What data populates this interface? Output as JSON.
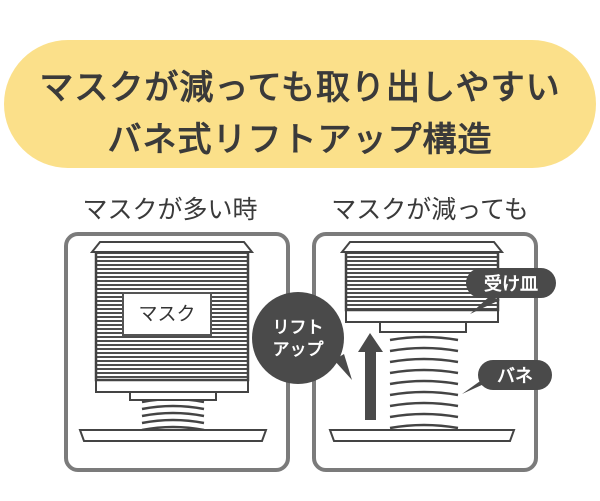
{
  "banner": {
    "line1": "マスクが減っても取り出しやすい",
    "line2": "バネ式リフトアップ構造"
  },
  "left_panel": {
    "caption": "マスクが多い時",
    "mask_label": "マスク"
  },
  "right_panel": {
    "caption": "マスクが減っても",
    "lift_up_line1": "リフト",
    "lift_up_line2": "アップ",
    "tray_label": "受け皿",
    "spring_label": "バネ"
  },
  "colors": {
    "banner": "#fbe08a",
    "tag": "#4a4a4a",
    "frame": "#7b7b7b"
  }
}
